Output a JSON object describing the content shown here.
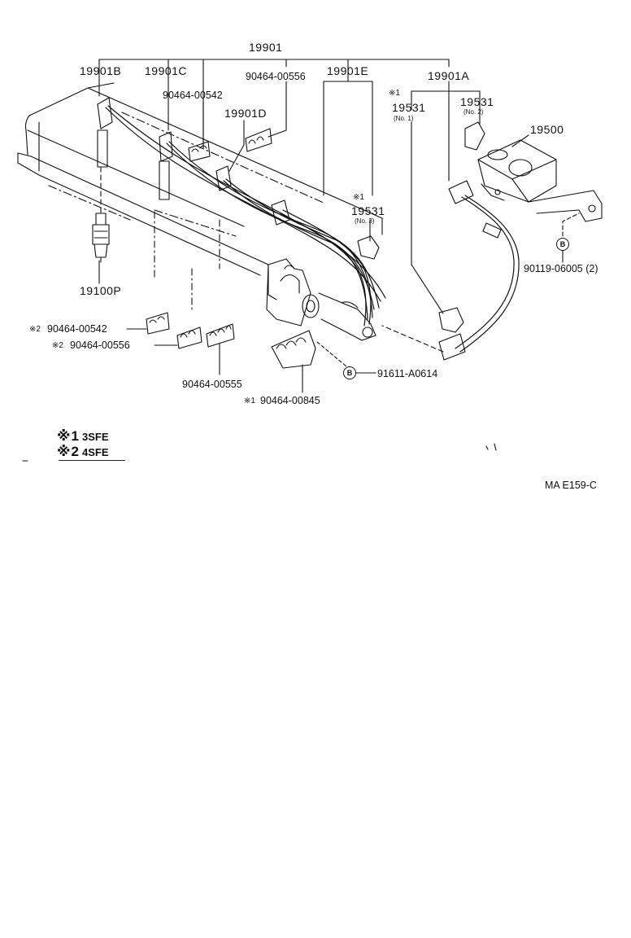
{
  "figure_code": "MA E159-C",
  "parts": {
    "p19901": "19901",
    "p19901B": "19901B",
    "p19901C": "19901C",
    "p19901A": "19901A",
    "p19901E": "19901E",
    "p19901D": "19901D",
    "clip_542_top": "90464-00542",
    "clip_556_top": "90464-00556",
    "p19531_no1": "19531",
    "no1": "(No. 1)",
    "p19531_no2": "19531",
    "no2": "(No. 2)",
    "p19531_no3": "19531",
    "no3": "(No. 3)",
    "p19500": "19500",
    "bolt_90119": "90119-06005 (2)",
    "plug_19100P": "19100P",
    "clip_542_left": "90464-00542",
    "clip_556_left": "90464-00556",
    "clip_555": "90464-00555",
    "clip_845": "90464-00845",
    "bolt_91611": "91611-A0614"
  },
  "marks": {
    "m1": "※1",
    "m2": "※2",
    "circle_b": "B"
  },
  "legend": [
    {
      "symbol": "※",
      "num": "1",
      "text": "3SFE"
    },
    {
      "symbol": "※",
      "num": "2",
      "text": "4SFE"
    }
  ]
}
